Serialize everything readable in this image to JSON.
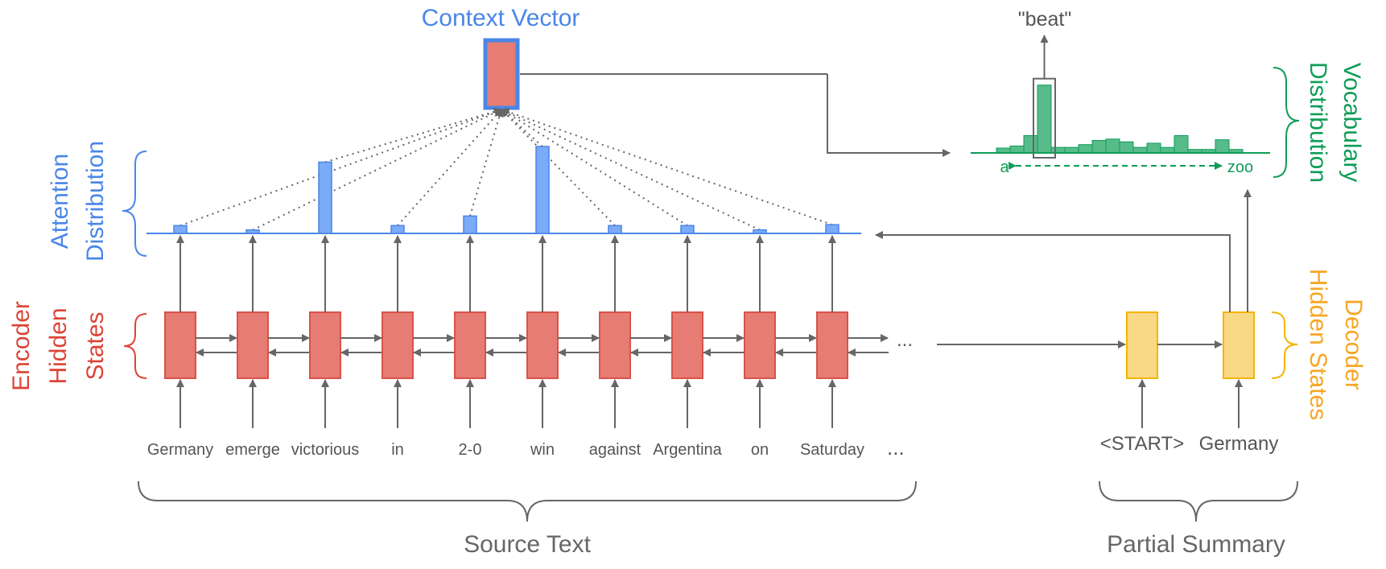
{
  "labels": {
    "context_vector": "Context Vector",
    "beat": "\"beat\"",
    "vocab_line1": "Vocabulary",
    "vocab_line2": "Distribution",
    "attn_line1": "Attention",
    "attn_line2": "Distribution",
    "enc_line1": "Encoder",
    "enc_line2": "Hidden",
    "enc_line3": "States",
    "dec_line1": "Decoder",
    "dec_line2": "Hidden States",
    "source_text": "Source Text",
    "partial_summary": "Partial Summary",
    "vocab_start": "a",
    "vocab_end": "zoo",
    "ellipsis": "..."
  },
  "source_tokens": [
    "Germany",
    "emerge",
    "victorious",
    "in",
    "2-0",
    "win",
    "against",
    "Argentina",
    "on",
    "Saturday"
  ],
  "decoder_tokens": [
    "<START>",
    "Germany"
  ],
  "attention_weights": [
    0.09,
    0.04,
    0.82,
    0.09,
    0.2,
    1.0,
    0.09,
    0.09,
    0.04,
    0.1
  ],
  "vocab_distribution": [
    0.07,
    0.1,
    0.25,
    0.98,
    0.08,
    0.08,
    0.12,
    0.18,
    0.2,
    0.16,
    0.08,
    0.14,
    0.08,
    0.25,
    0.05,
    0.05,
    0.19,
    0.05
  ],
  "vocab_selected_index": 3,
  "colors": {
    "encoder": "#E67C73",
    "encoder_stroke": "#D9534A",
    "attention": "#7BAAF7",
    "attention_stroke": "#4A86E8",
    "vocab": "#57BB8A",
    "vocab_stroke": "#0F9D58",
    "decoder": "#FAD985",
    "decoder_stroke": "#F4B400",
    "arrow": "#666666",
    "context_label": "#4A86E8",
    "encoder_label": "#DB4437",
    "vocab_label": "#0F9D58",
    "decoder_label": "#F6A623"
  }
}
